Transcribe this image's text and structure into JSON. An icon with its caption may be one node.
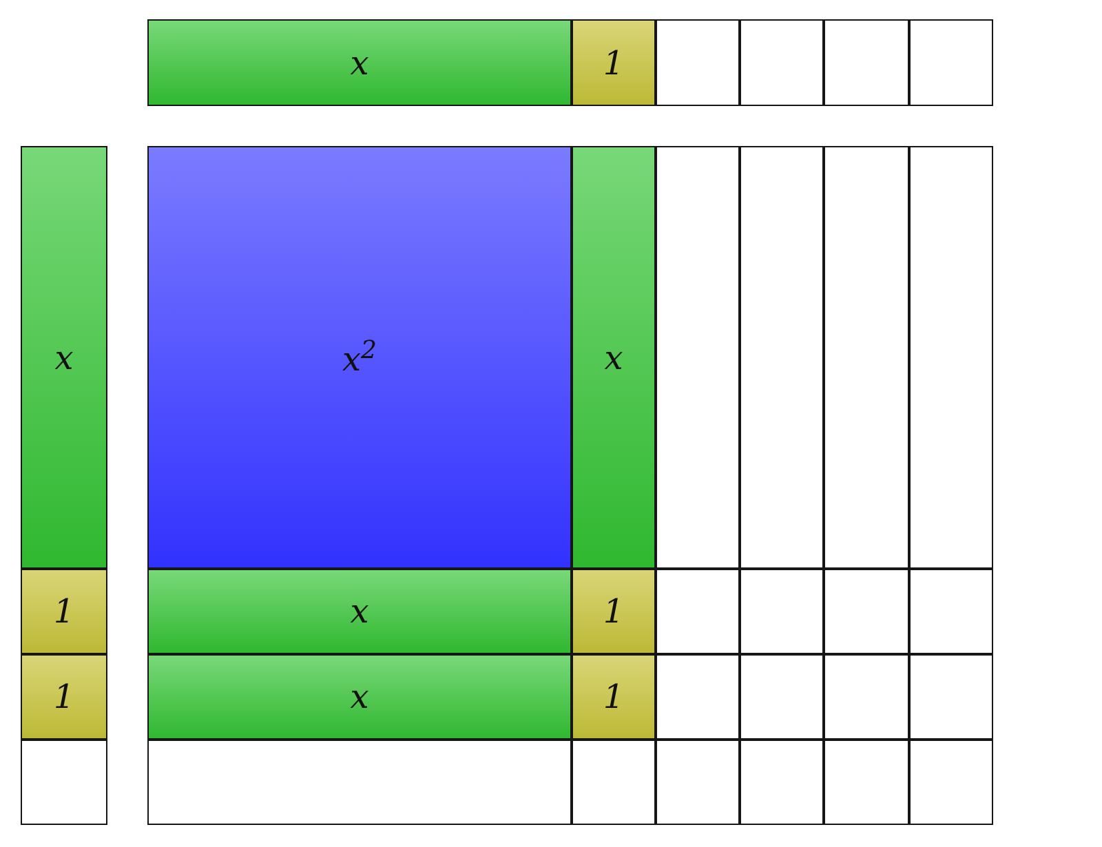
{
  "diagram": {
    "nodes": [
      {
        "text": [
          "x"
        ]
      },
      {
        "text": [
          "1"
        ]
      },
      {
        "text": [],
        "shape": "box"
      },
      {
        "text": [],
        "shape": "box"
      },
      {
        "text": [],
        "shape": "box"
      },
      {
        "text": [],
        "shape": "box"
      },
      {
        "text": [
          "x"
        ]
      },
      {
        "text": [
          "x$^{2}$"
        ]
      },
      {
        "text": [
          "x"
        ]
      },
      {
        "text": [],
        "shape": "box"
      },
      {
        "text": [],
        "shape": "box"
      },
      {
        "text": [],
        "shape": "box"
      },
      {
        "text": [],
        "shape": "box"
      },
      {
        "text": [
          "1"
        ]
      },
      {
        "text": [
          "x"
        ]
      },
      {
        "text": [
          "1"
        ]
      },
      {
        "text": [],
        "shape": "box"
      },
      {
        "text": [],
        "shape": "box"
      },
      {
        "text": [],
        "shape": "box"
      },
      {
        "text": [],
        "shape": "box"
      },
      {
        "text": [
          "1"
        ]
      },
      {
        "text": [
          "x"
        ]
      },
      {
        "text": [
          "1"
        ]
      },
      {
        "text": [],
        "shape": "box"
      },
      {
        "text": [],
        "shape": "box"
      },
      {
        "text": [],
        "shape": "box"
      },
      {
        "text": [],
        "shape": "box"
      },
      {
        "text": [],
        "shape": "box"
      },
      {
        "text": [],
        "shape": "box"
      },
      {
        "text": [],
        "shape": "box"
      },
      {
        "text": [],
        "shape": "box"
      },
      {
        "text": [],
        "shape": "box"
      },
      {
        "text": [],
        "shape": "box"
      },
      {
        "text": [],
        "shape": "box"
      }
    ]
  }
}
